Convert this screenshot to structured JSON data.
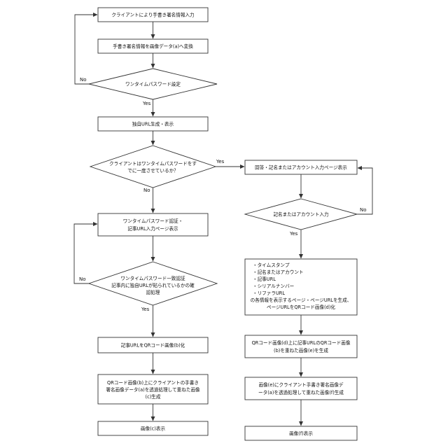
{
  "left": {
    "box1": "クライアントにより手書き署名情報入力",
    "box2": "手書き署名情報を画像データ(a)へ変換",
    "dia1": "ワンタイムパスワード設定",
    "box3": "独自URL生成・表示",
    "dia2_l1": "クライアントはワンタイムパスワードをす",
    "dia2_l2": "でに一度させているか？",
    "box4_l1": "ワンタイムパスワード認証・",
    "box4_l2": "記事URL入力ページ表示",
    "dia3_l1": "ワンタイムパスワード一致認証",
    "dia3_l2": "記事内に独自URLが貼られているかの確",
    "dia3_l3": "認処理",
    "box5": "記事URLをQRコード画像(b)化",
    "box6_l1": "QRコード画像(b)上にクライアントの手書き",
    "box6_l2": "署名画像データ(a)を透過処理して重ねた画像",
    "box6_l3": "(c)生成",
    "box7": "画像(c)表示"
  },
  "right": {
    "box1": "回答・記名またはアカウント入力ページ表示",
    "dia1": "記名またはアカウント入力",
    "list": [
      "・タイムスタンプ",
      "・記名またはアカウント",
      "・記事URL",
      "・シリアルナンバー",
      "・リファラURL"
    ],
    "list_tail_l1": "の各情報を表示するページ・ページURLを生成、",
    "list_tail_l2": "ページURLをQRコード画像(d)化",
    "box3_l1": "QRコード画像(d)上に記事URLのQRコード画像",
    "box3_l2": "(b)を重ねた画像(e)を生成",
    "box4_l1": "画像(e)にクライアント手書き署名画像デ",
    "box4_l2": "ータ(a)を透過処理して重ねた画像(f)生成",
    "box5": "画像(f)表示"
  },
  "labels": {
    "yes": "Yes",
    "no": "No"
  }
}
